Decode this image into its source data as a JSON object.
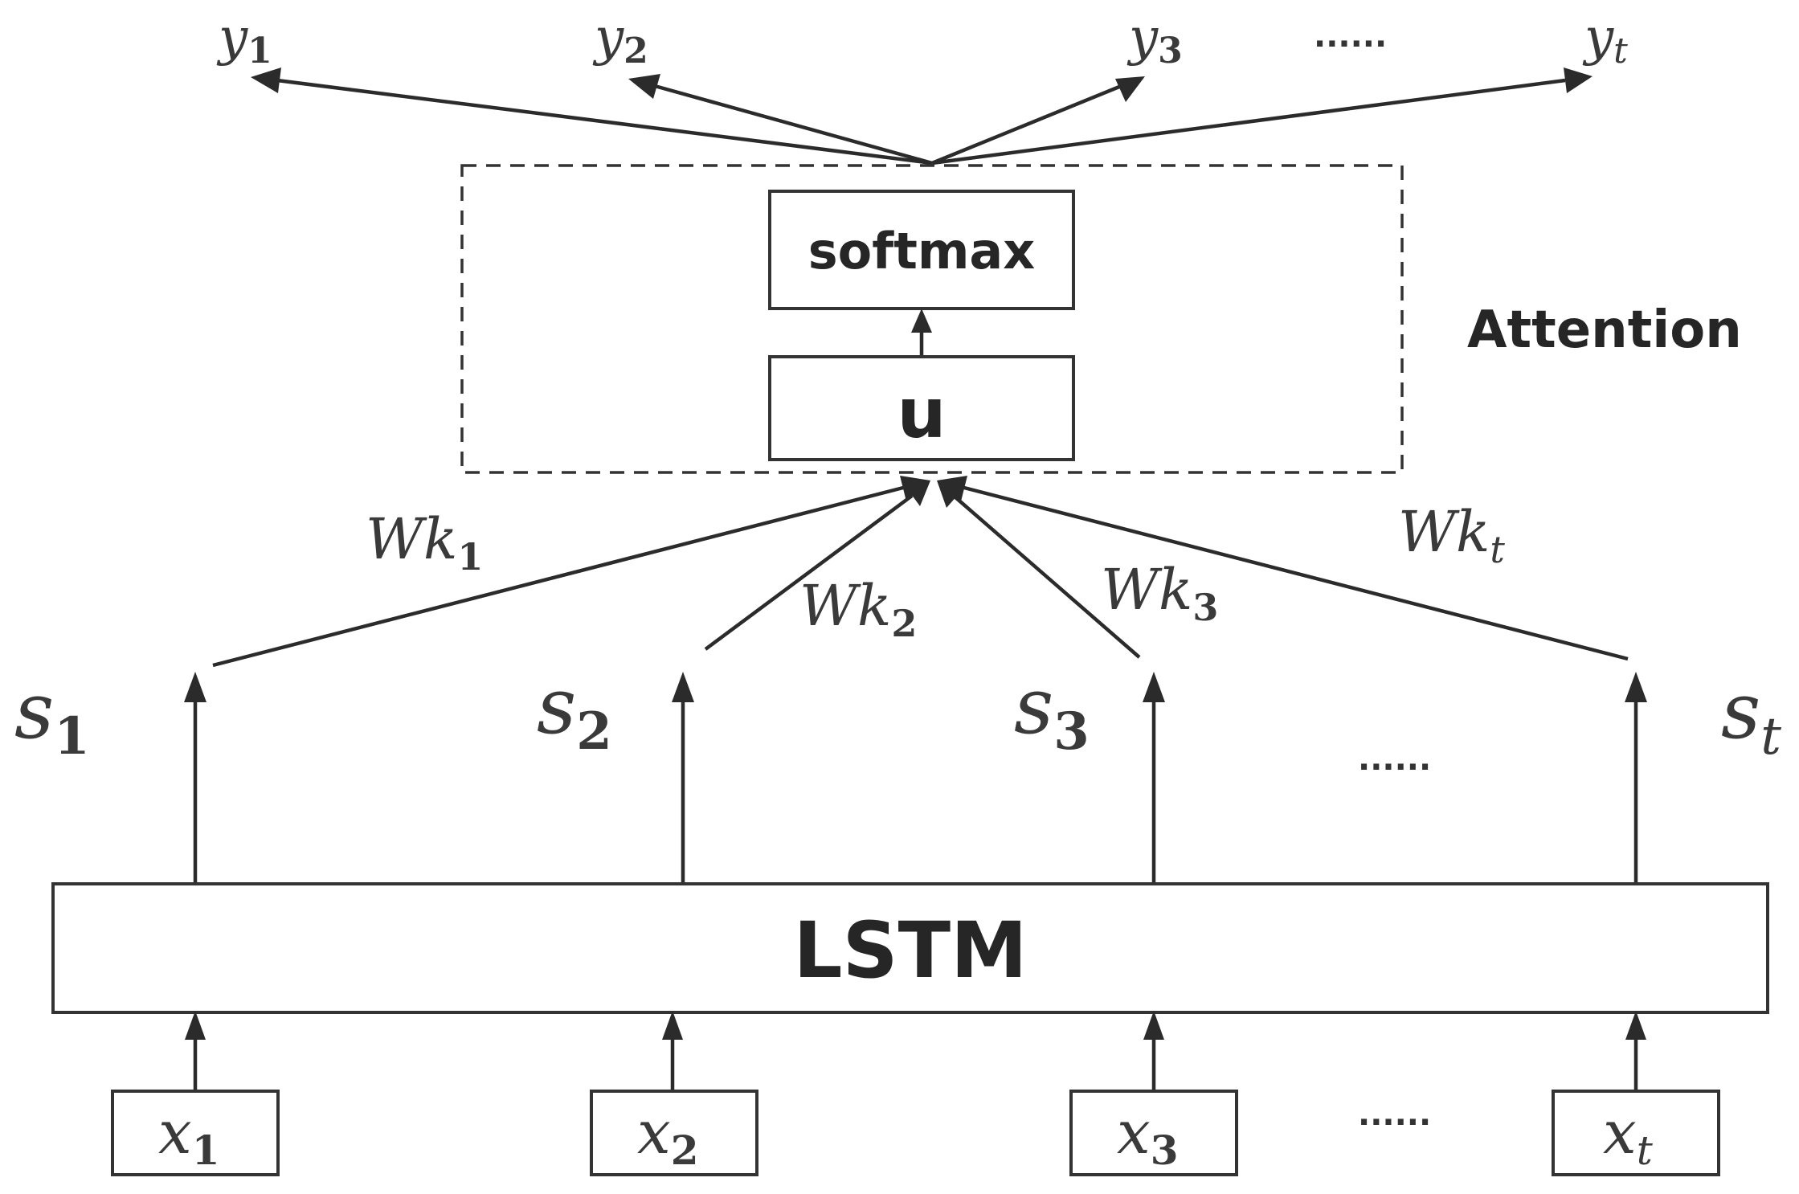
{
  "outputs": [
    {
      "base": "y",
      "sub": "1"
    },
    {
      "base": "y",
      "sub": "2"
    },
    {
      "base": "y",
      "sub": "3"
    },
    {
      "base": "y",
      "sub": "t"
    }
  ],
  "output_ellipsis": "......",
  "attention": {
    "label": "Attention",
    "softmax_label": "softmax",
    "u_label": "u"
  },
  "weights": [
    {
      "base": "Wk",
      "sub": "1"
    },
    {
      "base": "Wk",
      "sub": "2"
    },
    {
      "base": "Wk",
      "sub": "3"
    },
    {
      "base": "Wk",
      "sub": "t"
    }
  ],
  "hidden_states": [
    {
      "base": "s",
      "sub": "1"
    },
    {
      "base": "s",
      "sub": "2"
    },
    {
      "base": "s",
      "sub": "3"
    },
    {
      "base": "s",
      "sub": "t"
    }
  ],
  "hidden_ellipsis": "......",
  "lstm_label": "LSTM",
  "inputs": [
    {
      "base": "x",
      "sub": "1"
    },
    {
      "base": "x",
      "sub": "2"
    },
    {
      "base": "x",
      "sub": "3"
    },
    {
      "base": "x",
      "sub": "t"
    }
  ],
  "input_ellipsis": "......",
  "colors": {
    "line": "#2b2b2b",
    "text": "#262626",
    "math": "#3a3a3a",
    "background": "#ffffff"
  }
}
